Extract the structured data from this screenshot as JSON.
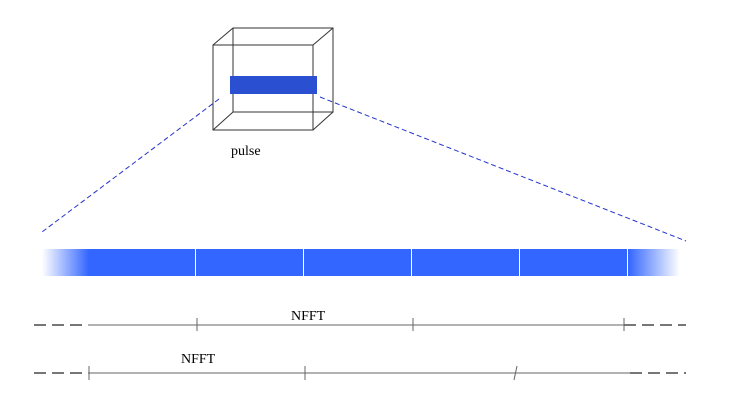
{
  "labels": {
    "pulse": "pulse",
    "nfft_top": "NFFT",
    "nfft_bottom": "NFFT"
  },
  "colors": {
    "pulse_fill": "#2a4fd0",
    "band_fill": "#3366ff",
    "band_separator": "#ffffff",
    "dashed_projection": "#2233cc",
    "cube_edges": "#333333",
    "scale_line": "#666666",
    "scale_dash": "#777777"
  }
}
